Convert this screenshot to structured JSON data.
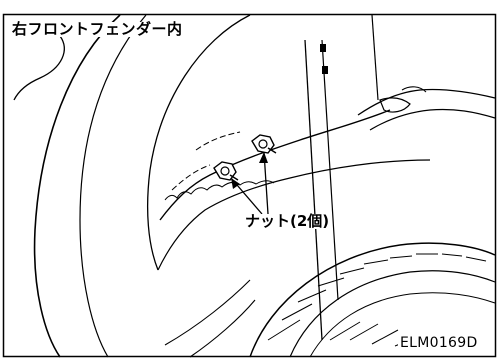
{
  "labels": {
    "location": "右フロントフェンダー内",
    "part": "ナット(2個)",
    "figure_code": "ELM0169D"
  },
  "colors": {
    "line": "#000000",
    "background": "#ffffff"
  },
  "icons": {
    "nut": "hex-nut-icon",
    "arrow": "leader-arrow-icon"
  }
}
